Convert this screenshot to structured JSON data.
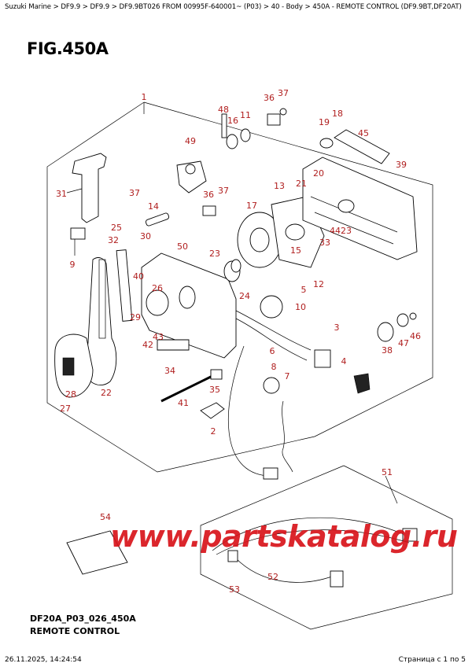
{
  "breadcrumb": "Suzuki Marine > DF9.9 > DF9.9 > DF9.9BT026 FROM 00995F-640001~ (P03) > 40 - Body > 450A - REMOTE CONTROL (DF9.9BT,DF20AT)",
  "figure_title": "FIG.450A",
  "diagram_code": "DF20A_P03_026_450A",
  "diagram_name": "REMOTE CONTROL",
  "watermark": "www.partskatalog.ru",
  "footer": {
    "timestamp": "26.11.2025, 14:24:54",
    "page_info": "Страница с 1 по 5"
  },
  "callouts": [
    {
      "id": "c1",
      "label": "1"
    },
    {
      "id": "c2",
      "label": "2"
    },
    {
      "id": "c3",
      "label": "3"
    },
    {
      "id": "c4",
      "label": "4"
    },
    {
      "id": "c5",
      "label": "5"
    },
    {
      "id": "c6",
      "label": "6"
    },
    {
      "id": "c7",
      "label": "7"
    },
    {
      "id": "c8",
      "label": "8"
    },
    {
      "id": "c9",
      "label": "9"
    },
    {
      "id": "c10",
      "label": "10"
    },
    {
      "id": "c11",
      "label": "11"
    },
    {
      "id": "c12",
      "label": "12"
    },
    {
      "id": "c13",
      "label": "13"
    },
    {
      "id": "c14",
      "label": "14"
    },
    {
      "id": "c15",
      "label": "15"
    },
    {
      "id": "c16",
      "label": "16"
    },
    {
      "id": "c17",
      "label": "17"
    },
    {
      "id": "c18",
      "label": "18"
    },
    {
      "id": "c19",
      "label": "19"
    },
    {
      "id": "c20",
      "label": "20"
    },
    {
      "id": "c21",
      "label": "21"
    },
    {
      "id": "c22",
      "label": "22"
    },
    {
      "id": "c23a",
      "label": "23"
    },
    {
      "id": "c23b",
      "label": "23"
    },
    {
      "id": "c24",
      "label": "24"
    },
    {
      "id": "c25",
      "label": "25"
    },
    {
      "id": "c26",
      "label": "26"
    },
    {
      "id": "c27",
      "label": "27"
    },
    {
      "id": "c28",
      "label": "28"
    },
    {
      "id": "c29",
      "label": "29"
    },
    {
      "id": "c30",
      "label": "30"
    },
    {
      "id": "c31",
      "label": "31"
    },
    {
      "id": "c32",
      "label": "32"
    },
    {
      "id": "c33",
      "label": "33"
    },
    {
      "id": "c34",
      "label": "34"
    },
    {
      "id": "c35",
      "label": "35"
    },
    {
      "id": "c36a",
      "label": "36"
    },
    {
      "id": "c36b",
      "label": "36"
    },
    {
      "id": "c37a",
      "label": "37"
    },
    {
      "id": "c37b",
      "label": "37"
    },
    {
      "id": "c37c",
      "label": "37"
    },
    {
      "id": "c38",
      "label": "38"
    },
    {
      "id": "c39",
      "label": "39"
    },
    {
      "id": "c40",
      "label": "40"
    },
    {
      "id": "c41",
      "label": "41"
    },
    {
      "id": "c42",
      "label": "42"
    },
    {
      "id": "c43",
      "label": "43"
    },
    {
      "id": "c44",
      "label": "44"
    },
    {
      "id": "c45",
      "label": "45"
    },
    {
      "id": "c46",
      "label": "46"
    },
    {
      "id": "c47",
      "label": "47"
    },
    {
      "id": "c48",
      "label": "48"
    },
    {
      "id": "c49",
      "label": "49"
    },
    {
      "id": "c50",
      "label": "50"
    },
    {
      "id": "c51",
      "label": "51"
    },
    {
      "id": "c52",
      "label": "52"
    },
    {
      "id": "c53",
      "label": "53"
    },
    {
      "id": "c54",
      "label": "54"
    }
  ]
}
